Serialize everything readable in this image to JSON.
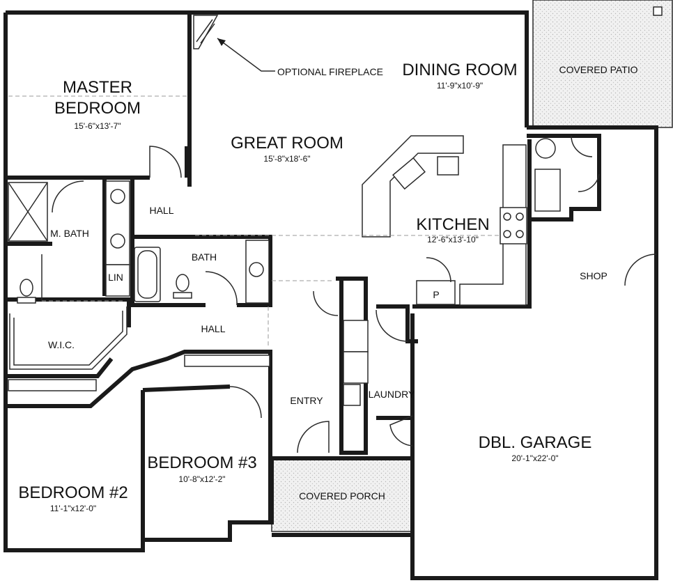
{
  "rooms": {
    "master_bedroom": {
      "line1": "MASTER",
      "line2": "BEDROOM",
      "dim": "15'-6\"x13'-7\""
    },
    "great_room": {
      "name": "GREAT ROOM",
      "dim": "15'-8\"x18'-6\""
    },
    "dining_room": {
      "name": "DINING ROOM",
      "dim": "11'-9\"x10'-9\""
    },
    "kitchen": {
      "name": "KITCHEN",
      "dim": "12'-6\"x13'-10\""
    },
    "covered_patio": {
      "name": "COVERED PATIO"
    },
    "hall_upper": {
      "name": "HALL"
    },
    "hall_lower": {
      "name": "HALL"
    },
    "m_bath": {
      "name": "M. BATH"
    },
    "lin": {
      "name": "LIN"
    },
    "bath": {
      "name": "BATH"
    },
    "wic": {
      "name": "W.I.C."
    },
    "pantry": {
      "name": "P"
    },
    "shop": {
      "name": "SHOP"
    },
    "entry": {
      "name": "ENTRY"
    },
    "laundry": {
      "name": "LAUNDRY"
    },
    "garage": {
      "name": "DBL. GARAGE",
      "dim": "20'-1\"x22'-0\""
    },
    "bedroom3": {
      "name": "BEDROOM #3",
      "dim": "10'-8\"x12'-2\""
    },
    "bedroom2": {
      "name": "BEDROOM #2",
      "dim": "11'-1\"x12'-0\""
    },
    "covered_porch": {
      "name": "COVERED PORCH"
    }
  },
  "annotations": {
    "fireplace": "OPTIONAL FIREPLACE"
  }
}
